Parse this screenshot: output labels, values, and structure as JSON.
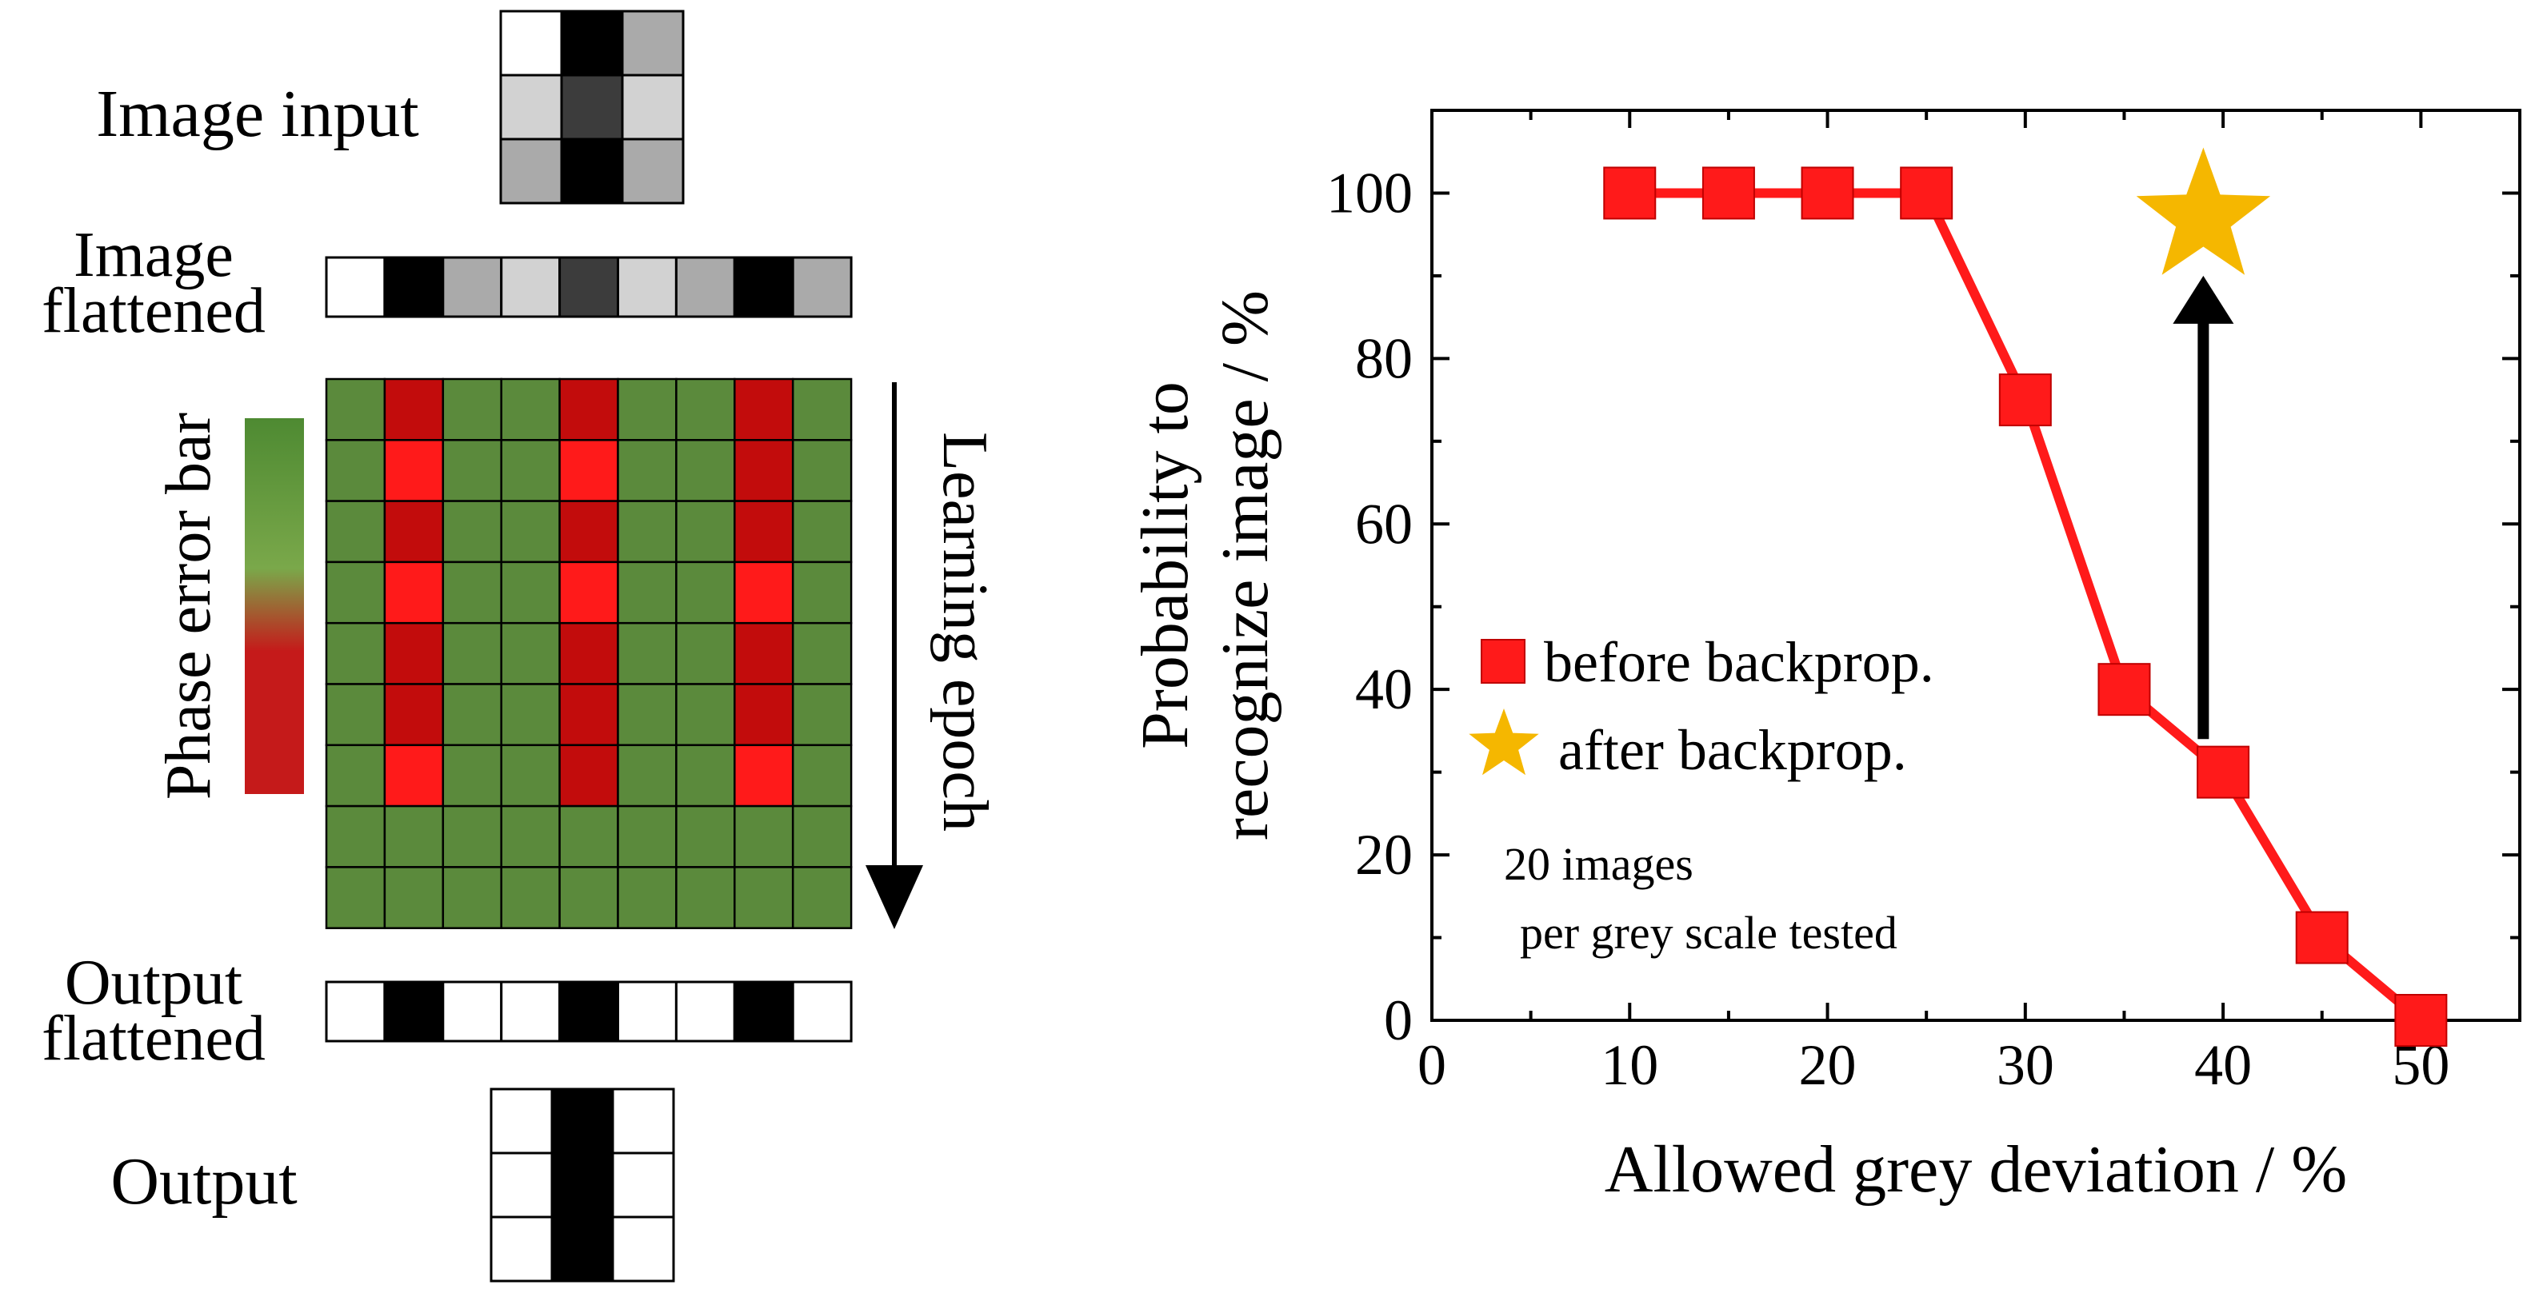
{
  "diagram": {
    "labels": {
      "image_input": "Image input",
      "image_flattened_1": "Image",
      "image_flattened_2": "flattened",
      "output_flattened_1": "Output",
      "output_flattened_2": "flattened",
      "output": "Output",
      "phase_error_bar": "Phase error bar",
      "learning_epoch": "Learning epoch"
    },
    "colors": {
      "green": "#5b8a3c",
      "dark_red": "#c20c0c",
      "bright_red": "#ff1a1a",
      "bar_top": "#4e8a32",
      "bar_mid": "#7aa84a",
      "bar_bottom": "#c51a1a"
    },
    "input_grid": [
      [
        "#ffffff",
        "#000000",
        "#aaaaaa"
      ],
      [
        "#d2d2d2",
        "#3c3c3c",
        "#d2d2d2"
      ],
      [
        "#aaaaaa",
        "#000000",
        "#aaaaaa"
      ]
    ],
    "flattened_input": [
      "#ffffff",
      "#000000",
      "#aaaaaa",
      "#d2d2d2",
      "#3c3c3c",
      "#d2d2d2",
      "#aaaaaa",
      "#000000",
      "#aaaaaa"
    ],
    "flattened_output": [
      "#ffffff",
      "#000000",
      "#ffffff",
      "#ffffff",
      "#000000",
      "#ffffff",
      "#ffffff",
      "#000000",
      "#ffffff"
    ],
    "output_grid": [
      [
        "#ffffff",
        "#000000",
        "#ffffff"
      ],
      [
        "#ffffff",
        "#000000",
        "#ffffff"
      ],
      [
        "#ffffff",
        "#000000",
        "#ffffff"
      ]
    ],
    "epoch_matrix": [
      "GDGGDGGDG",
      "GBGGBGGDG",
      "GDGGDGGDG",
      "GBGGBGGBG",
      "GDGGDGGDG",
      "GDGGDGGDG",
      "GBGGDGGBG",
      "GGGGGGGGG",
      "GGGGGGGGG"
    ]
  },
  "chart_data": {
    "type": "line",
    "xlabel": "Allowed grey deviation / %",
    "ylabel_line1": "Probability to",
    "ylabel_line2": "recognize image / %",
    "xlim": [
      0,
      55
    ],
    "ylim": [
      0,
      110
    ],
    "xticks": [
      0,
      10,
      20,
      30,
      40,
      50
    ],
    "yticks": [
      0,
      20,
      40,
      60,
      80,
      100
    ],
    "series": [
      {
        "name": "before backprop.",
        "color": "#ff1a1a",
        "marker": "square",
        "x": [
          10,
          15,
          20,
          25,
          30,
          35,
          40,
          45,
          50
        ],
        "y": [
          100,
          100,
          100,
          100,
          75,
          40,
          30,
          10,
          0
        ]
      },
      {
        "name": "after backprop.",
        "color": "#f5b700",
        "marker": "star",
        "x": [
          39
        ],
        "y": [
          97
        ]
      }
    ],
    "annotations": {
      "line1": "20 images",
      "line2": "per grey scale tested"
    },
    "arrow": {
      "from": [
        39,
        34
      ],
      "to": [
        39,
        90
      ]
    },
    "legend_position": "center-left"
  }
}
